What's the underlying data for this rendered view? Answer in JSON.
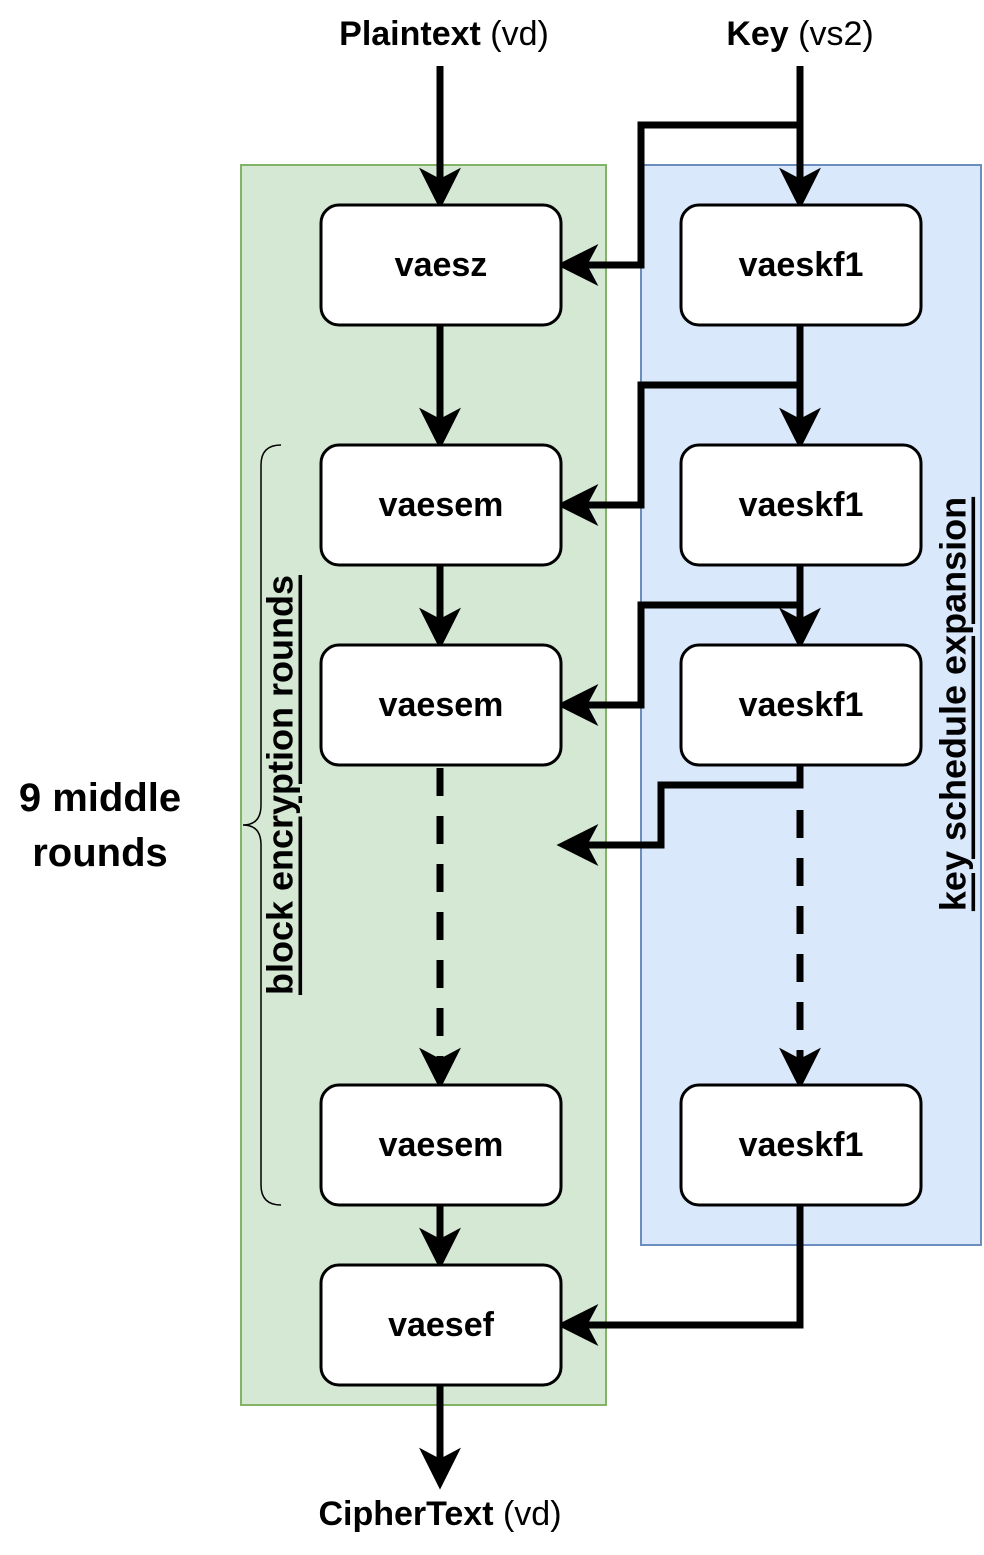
{
  "inputs": {
    "plaintext": {
      "name": "Plaintext",
      "reg": " (vd)"
    },
    "key": {
      "name": "Key",
      "reg": " (vs2)"
    },
    "ciphertext": {
      "name": "CipherText",
      "reg": " (vd)"
    }
  },
  "encryption_column": {
    "label": "block encryption rounds",
    "fill": "#d5e8d4",
    "stroke": "#82b366",
    "boxes": [
      "vaesz",
      "vaesem",
      "vaesem",
      "vaesem",
      "vaesef"
    ]
  },
  "key_column": {
    "label": "key schedule expansion",
    "fill": "#dae8fc",
    "stroke": "#6c8ebf",
    "boxes": [
      "vaeskf1",
      "vaeskf1",
      "vaeskf1",
      "vaeskf1"
    ]
  },
  "middle_rounds": {
    "line1": "9 middle",
    "line2": "rounds"
  }
}
